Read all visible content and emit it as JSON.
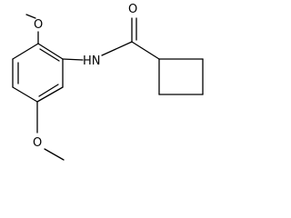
{
  "molecule": {
    "atom_labels": {
      "carbonyl_oxygen": "O",
      "amide_nitrogen": "HN",
      "top_methoxy_oxygen": "O",
      "bottom_methoxy_oxygen": "O"
    },
    "colors": {
      "bond": "#000000",
      "label": "#000000",
      "background": "#ffffff"
    }
  }
}
